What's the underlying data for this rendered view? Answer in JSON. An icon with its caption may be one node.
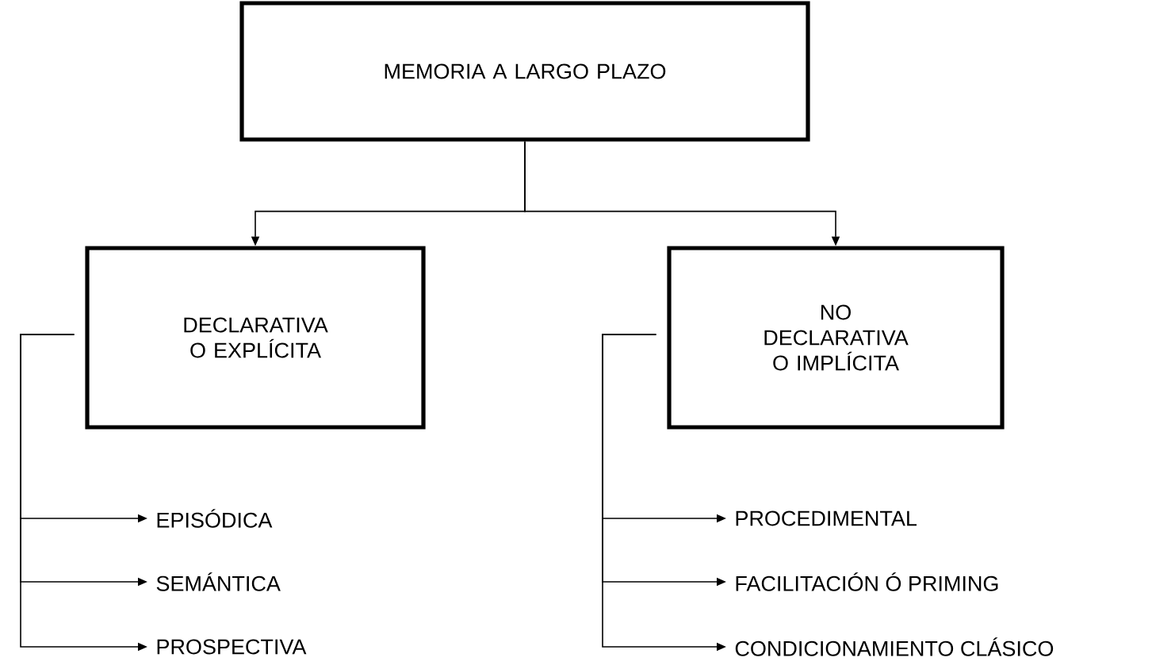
{
  "diagram": {
    "nodes": [
      {
        "text": [
          "MEMORIA A LARGO PLAZO"
        ]
      },
      {
        "text": [
          "DECLARATIVA O EXPLÍCITA"
        ]
      },
      {
        "text": [
          "NO DECLARATIVA O IMPLÍCITA"
        ]
      },
      {
        "text": [
          "EPISÓDICA"
        ]
      },
      {
        "text": [
          "SEMÁNTICA"
        ]
      },
      {
        "text": [
          "PROSPECTIVA"
        ]
      },
      {
        "text": [
          "PROCEDIMENTAL"
        ]
      },
      {
        "text": [
          "FACILITACIÓN Ó PRIMING"
        ]
      },
      {
        "text": [
          "CONDICIONAMIENTO CLÁSICO"
        ]
      }
    ],
    "edges": [
      {
        "from": 0,
        "to": 1,
        "arrow": "to"
      },
      {
        "from": 0,
        "to": 2,
        "arrow": "to"
      },
      {
        "from": 1,
        "to": 3,
        "arrow": "to"
      },
      {
        "from": 1,
        "to": 4,
        "arrow": "to"
      },
      {
        "from": 1,
        "to": 5,
        "arrow": "to"
      },
      {
        "from": 2,
        "to": 6,
        "arrow": "to"
      },
      {
        "from": 2,
        "to": 7,
        "arrow": "to"
      },
      {
        "from": 2,
        "to": 8,
        "arrow": "to"
      }
    ]
  }
}
